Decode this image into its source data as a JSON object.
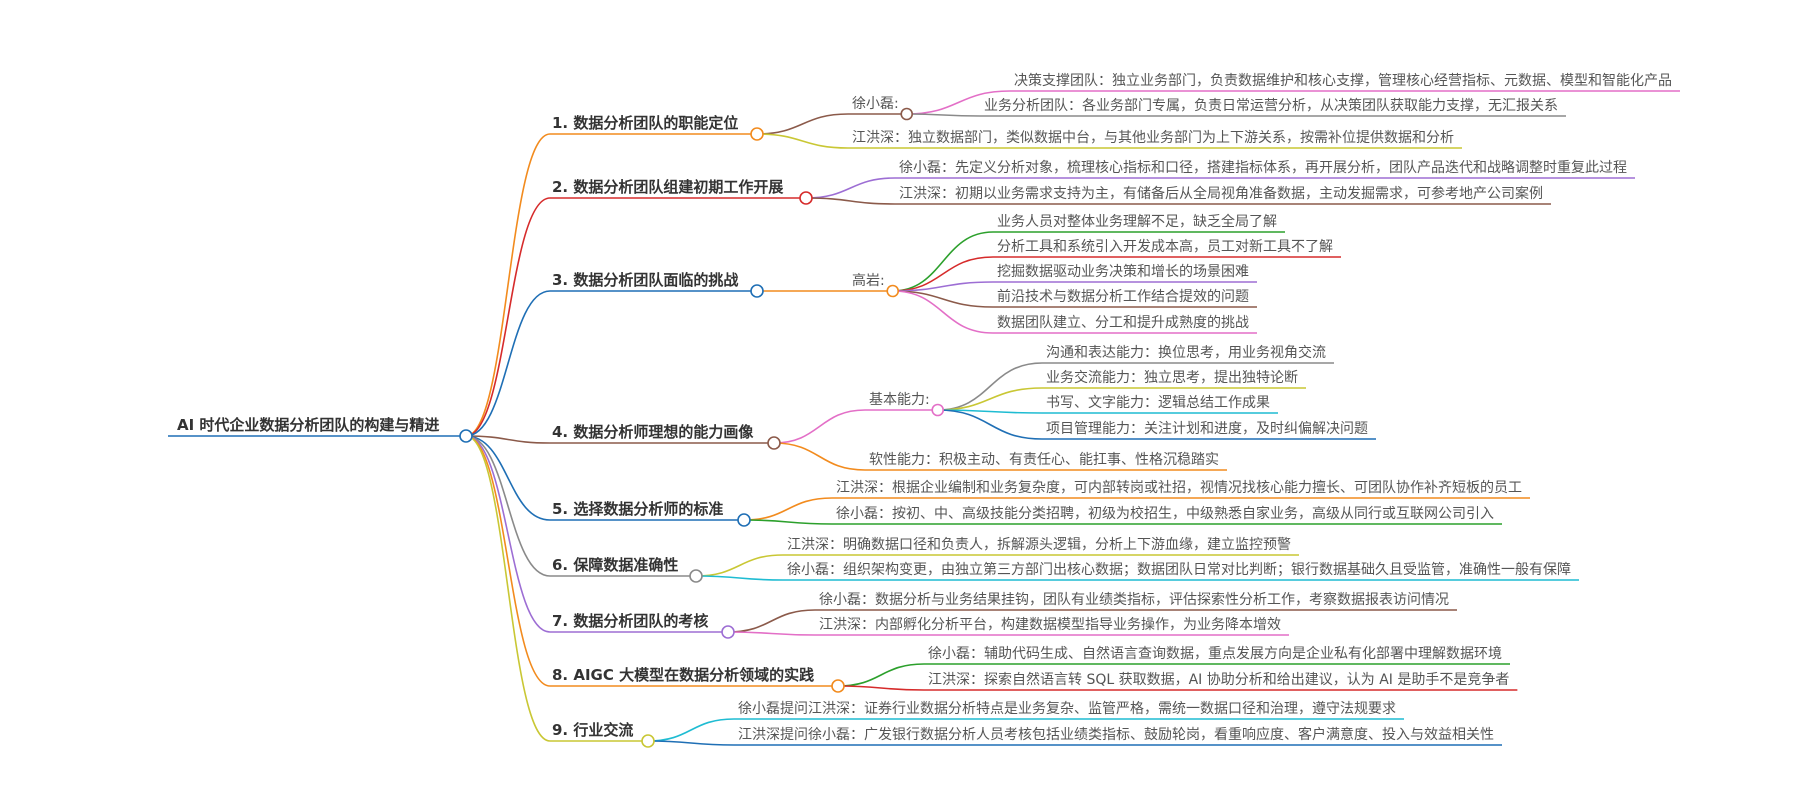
{
  "root": {
    "title": "AI 时代企业数据分析团队的构建与精进",
    "color": "#1f6fb5"
  },
  "sections": [
    {
      "title": "1. 数据分析团队的职能定位",
      "color": "#f28b1e",
      "children": [
        {
          "label": "徐小磊:",
          "color": "#8b5a4a",
          "children": [
            {
              "text": "决策支撑团队：独立业务部门，负责数据维护和核心支撑，管理核心经营指标、元数据、模型和智能化产品",
              "color": "#e36fc7"
            },
            {
              "text": "业务分析团队：各业务部门专属，负责日常运营分析，从决策团队获取能力支撑，无汇报关系",
              "color": "#8a8a8a"
            }
          ]
        },
        {
          "text": "江洪深：独立数据部门，类似数据中台，与其他业务部门为上下游关系，按需补位提供数据和分析",
          "color": "#c9c734"
        }
      ]
    },
    {
      "title": "2. 数据分析团队组建初期工作开展",
      "color": "#d62b2b",
      "children": [
        {
          "text": "徐小磊：先定义分析对象，梳理核心指标和口径，搭建指标体系，再开展分析，团队产品迭代和战略调整时重复此过程",
          "color": "#9d6ed4"
        },
        {
          "text": "江洪深：初期以业务需求支持为主，有储备后从全局视角准备数据，主动发掘需求，可参考地产公司案例",
          "color": "#8b5a4a"
        }
      ]
    },
    {
      "title": "3. 数据分析团队面临的挑战",
      "color": "#1f6fb5",
      "children": [
        {
          "label": "高岩:",
          "color": "#f28b1e",
          "children": [
            {
              "text": "业务人员对整体业务理解不足，缺乏全局了解",
              "color": "#2ca02c"
            },
            {
              "text": "分析工具和系统引入开发成本高，员工对新工具不了解",
              "color": "#d62b2b"
            },
            {
              "text": "挖掘数据驱动业务决策和增长的场景困难",
              "color": "#9d6ed4"
            },
            {
              "text": "前沿技术与数据分析工作结合提效的问题",
              "color": "#8b5a4a"
            },
            {
              "text": "数据团队建立、分工和提升成熟度的挑战",
              "color": "#e36fc7"
            }
          ]
        }
      ]
    },
    {
      "title": "4. 数据分析师理想的能力画像",
      "color": "#8b5a4a",
      "children": [
        {
          "label": "基本能力:",
          "color": "#e36fc7",
          "children": [
            {
              "text": "沟通和表达能力：换位思考，用业务视角交流",
              "color": "#8a8a8a"
            },
            {
              "text": "业务交流能力：独立思考，提出独特论断",
              "color": "#c9c734"
            },
            {
              "text": "书写、文字能力：逻辑总结工作成果",
              "color": "#1fbcd2"
            },
            {
              "text": "项目管理能力：关注计划和进度，及时纠偏解决问题",
              "color": "#1f6fb5"
            }
          ]
        },
        {
          "text": "软性能力：积极主动、有责任心、能扛事、性格沉稳踏实",
          "color": "#f28b1e"
        }
      ]
    },
    {
      "title": "5. 选择数据分析师的标准",
      "color": "#1f6fb5",
      "children": [
        {
          "text": "江洪深：根据企业编制和业务复杂度，可内部转岗或社招，视情况找核心能力擅长、可团队协作补齐短板的员工",
          "color": "#f28b1e"
        },
        {
          "text": "徐小磊：按初、中、高级技能分类招聘，初级为校招生，中级熟悉自家业务，高级从同行或互联网公司引入",
          "color": "#2ca02c"
        }
      ]
    },
    {
      "title": "6. 保障数据准确性",
      "color": "#8a8a8a",
      "children": [
        {
          "text": "江洪深：明确数据口径和负责人，拆解源头逻辑，分析上下游血缘，建立监控预警",
          "color": "#c9c734"
        },
        {
          "text": "徐小磊：组织架构变更，由独立第三方部门出核心数据；数据团队日常对比判断；银行数据基础久且受监管，准确性一般有保障",
          "color": "#1fbcd2"
        }
      ]
    },
    {
      "title": "7. 数据分析团队的考核",
      "color": "#9d6ed4",
      "children": [
        {
          "text": "徐小磊：数据分析与业务结果挂钩，团队有业绩类指标，评估探索性分析工作，考察数据报表访问情况",
          "color": "#8b5a4a"
        },
        {
          "text": "江洪深：内部孵化分析平台，构建数据模型指导业务操作，为业务降本增效",
          "color": "#e36fc7"
        }
      ]
    },
    {
      "title": "8. AIGC 大模型在数据分析领域的实践",
      "color": "#f28b1e",
      "children": [
        {
          "text": "徐小磊：辅助代码生成、自然语言查询数据，重点发展方向是企业私有化部署中理解数据环境",
          "color": "#2ca02c"
        },
        {
          "text": "江洪深：探索自然语言转 SQL 获取数据，AI 协助分析和给出建议，认为 AI 是助手不是竞争者",
          "color": "#d62b2b"
        }
      ]
    },
    {
      "title": "9. 行业交流",
      "color": "#c9c734",
      "children": [
        {
          "text": "徐小磊提问江洪深：证券行业数据分析特点是业务复杂、监管严格，需统一数据口径和治理，遵守法规要求",
          "color": "#1fbcd2"
        },
        {
          "text": "江洪深提问徐小磊：广发银行数据分析人员考核包括业绩类指标、鼓励轮岗，看重响应度、客户满意度、投入与效益相关性",
          "color": "#1f6fb5"
        }
      ]
    }
  ]
}
